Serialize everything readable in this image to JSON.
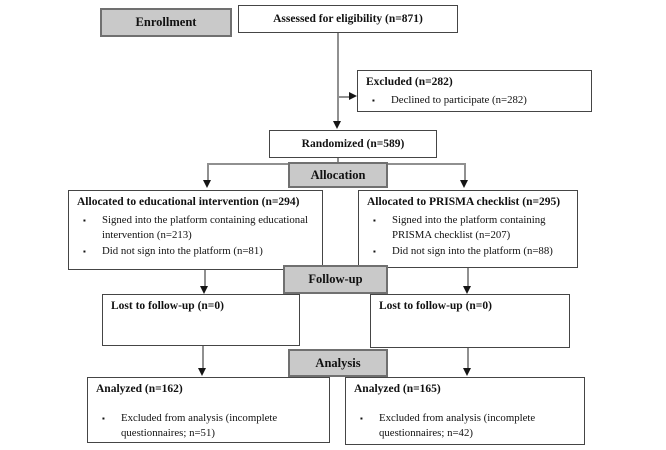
{
  "bullet_char": "▪",
  "stages": {
    "enrollment": "Enrollment",
    "allocation": "Allocation",
    "followup": "Follow-up",
    "analysis": "Analysis"
  },
  "boxes": {
    "assessed": {
      "title": "Assessed for eligibility (n=871)"
    },
    "excluded": {
      "title": "Excluded (n=282)",
      "bullets": [
        "Declined to participate (n=282)"
      ]
    },
    "randomized": {
      "title": "Randomized (n=589)"
    },
    "alloc_left": {
      "title": "Allocated to educational intervention (n=294)",
      "bullets": [
        "Signed into the platform containing educational intervention (n=213)",
        "Did not sign into the platform (n=81)"
      ]
    },
    "alloc_right": {
      "title": "Allocated to PRISMA checklist (n=295)",
      "bullets": [
        "Signed into the platform containing PRISMA checklist (n=207)",
        "Did not sign into the platform (n=88)"
      ]
    },
    "lost_left": {
      "title": "Lost to follow-up (n=0)"
    },
    "lost_right": {
      "title": "Lost to follow-up (n=0)"
    },
    "analyzed_left": {
      "title": "Analyzed (n=162)",
      "bullets": [
        "Excluded from analysis (incomplete questionnaires; n=51)"
      ]
    },
    "analyzed_right": {
      "title": "Analyzed (n=165)",
      "bullets": [
        "Excluded from analysis (incomplete questionnaires; n=42)"
      ]
    }
  },
  "colors": {
    "stage_fill": "#c9c9c9",
    "stage_border": "#707070",
    "box_border": "#454545",
    "line": "#909090",
    "arrow": "#151515",
    "background": "#ffffff"
  }
}
